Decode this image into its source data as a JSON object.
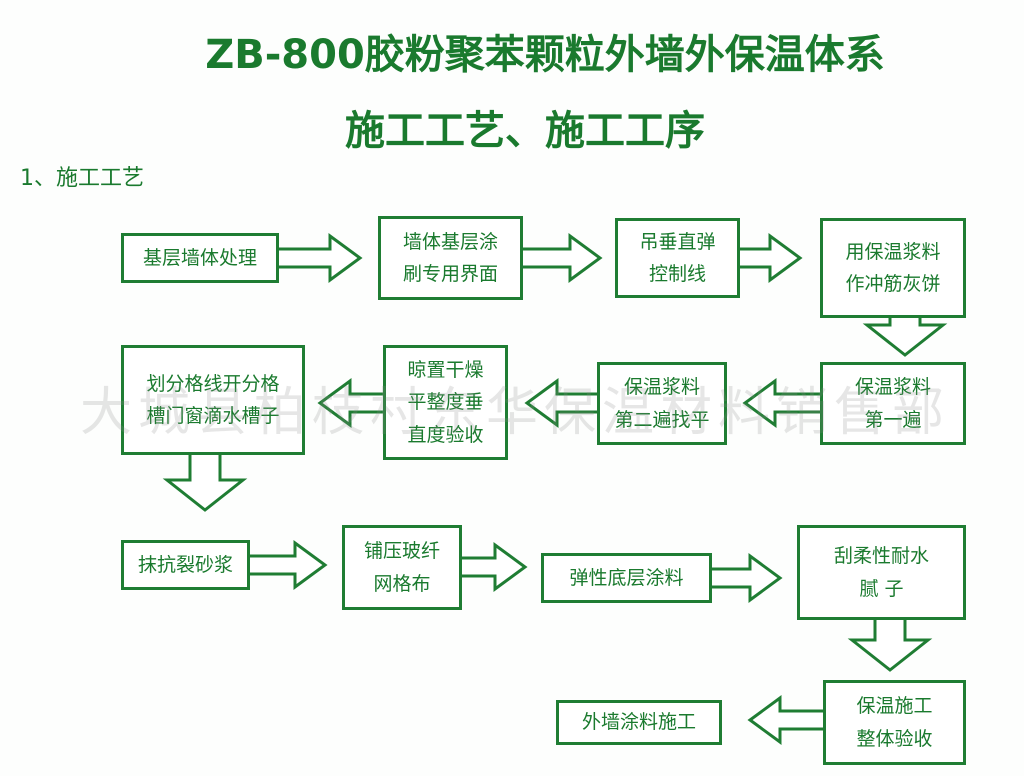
{
  "title": "ZB-800胶粉聚苯颗粒外墙外保温体系",
  "subtitle": "施工工艺、施工工序",
  "section": "1、施工工艺",
  "watermark": "大城县柏枝村东华保温材料销售部",
  "colors": {
    "green": "#1f7d33"
  },
  "steps": [
    {
      "id": "s1",
      "label": "基层墙体处理"
    },
    {
      "id": "s2",
      "label": "墙体基层涂\n刷专用界面"
    },
    {
      "id": "s3",
      "label": "吊垂直弹\n控制线"
    },
    {
      "id": "s4",
      "label": "用保温浆料\n作冲筋灰饼"
    },
    {
      "id": "s5",
      "label": "保温浆料\n第一遍"
    },
    {
      "id": "s6",
      "label": "保温浆料\n第二遍找平"
    },
    {
      "id": "s7",
      "label": "晾置干燥\n平整度垂\n直度验收"
    },
    {
      "id": "s8",
      "label": "划分格线开分格\n槽门窗滴水槽子"
    },
    {
      "id": "s9",
      "label": "抹抗裂砂浆"
    },
    {
      "id": "s10",
      "label": "铺压玻纤\n网格布"
    },
    {
      "id": "s11",
      "label": "弹性底层涂料"
    },
    {
      "id": "s12",
      "label": "刮柔性耐水\n腻  子"
    },
    {
      "id": "s13",
      "label": "保温施工\n整体验收"
    },
    {
      "id": "s14",
      "label": "外墙涂料施工"
    }
  ],
  "edges": [
    [
      "s1",
      "s2"
    ],
    [
      "s2",
      "s3"
    ],
    [
      "s3",
      "s4"
    ],
    [
      "s4",
      "s5"
    ],
    [
      "s5",
      "s6"
    ],
    [
      "s6",
      "s7"
    ],
    [
      "s7",
      "s8"
    ],
    [
      "s8",
      "s9"
    ],
    [
      "s9",
      "s10"
    ],
    [
      "s10",
      "s11"
    ],
    [
      "s11",
      "s12"
    ],
    [
      "s12",
      "s13"
    ],
    [
      "s13",
      "s14"
    ]
  ]
}
